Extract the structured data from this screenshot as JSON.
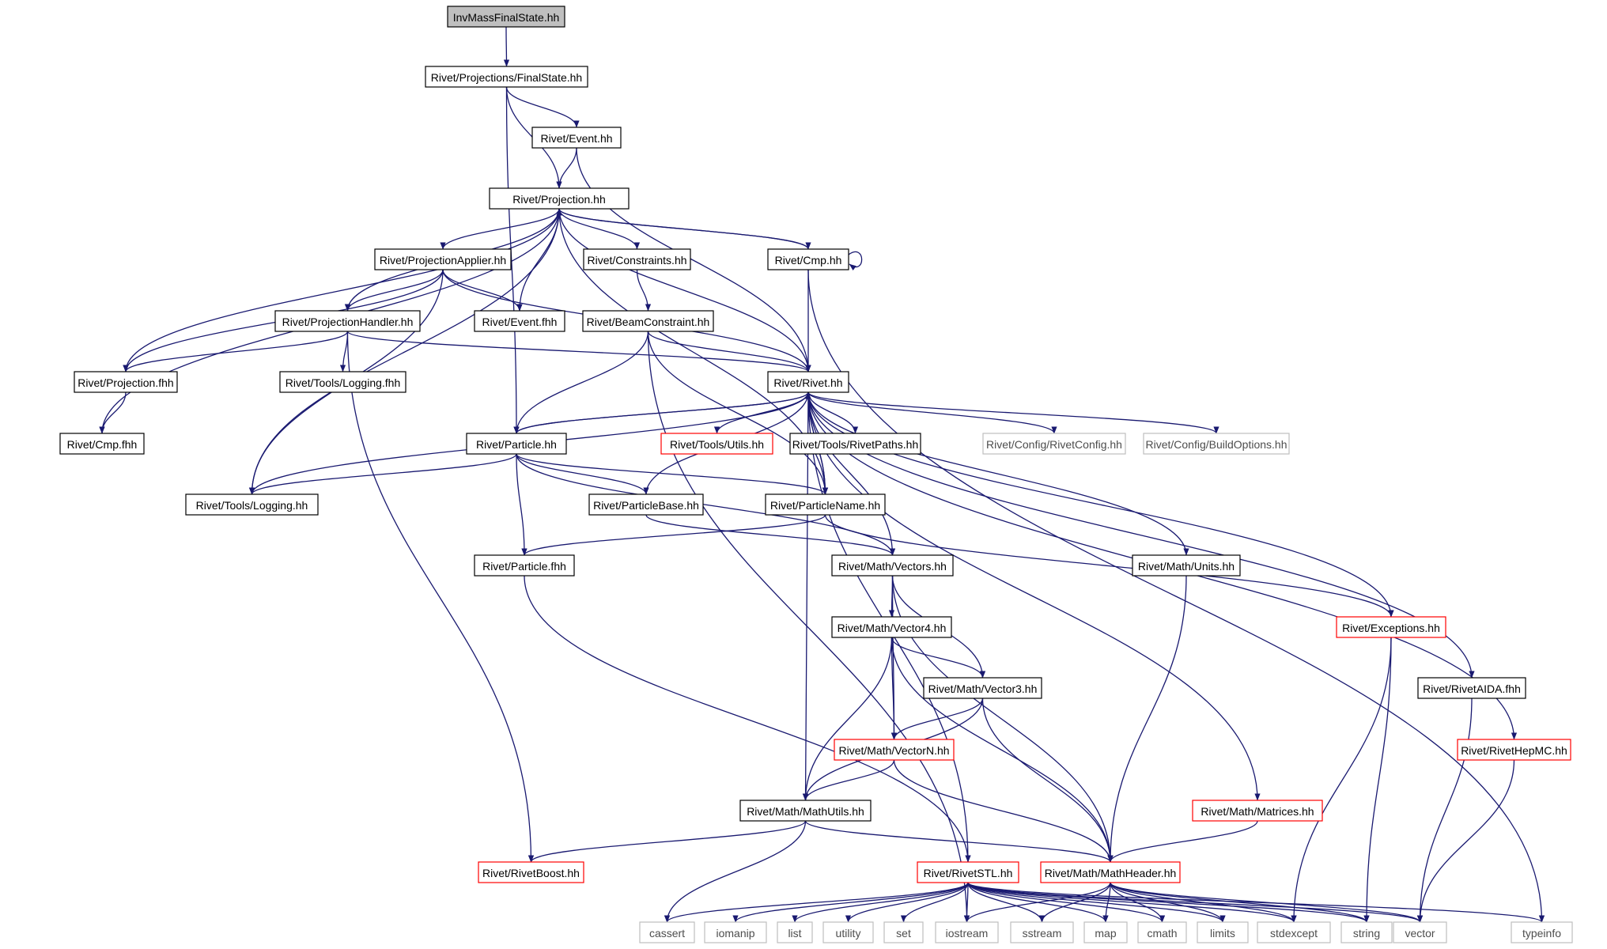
{
  "colors": {
    "edge": "#191970",
    "normal_border": "#000000",
    "truncated_border": "#ff0000",
    "external_border": "#bfbfbf",
    "root_fill": "#bfbfbf",
    "normal_text": "#000000",
    "external_text": "#4d4d4d"
  },
  "nodes": [
    {
      "id": "imfs",
      "label": "InvMassFinalState.hh",
      "style": "root"
    },
    {
      "id": "fs",
      "label": "Rivet/Projections/FinalState.hh",
      "style": "normal"
    },
    {
      "id": "event",
      "label": "Rivet/Event.hh",
      "style": "normal"
    },
    {
      "id": "proj",
      "label": "Rivet/Projection.hh",
      "style": "normal"
    },
    {
      "id": "projapp",
      "label": "Rivet/ProjectionApplier.hh",
      "style": "normal"
    },
    {
      "id": "constraints",
      "label": "Rivet/Constraints.hh",
      "style": "normal"
    },
    {
      "id": "cmphh",
      "label": "Rivet/Cmp.hh",
      "style": "normal"
    },
    {
      "id": "projhandler",
      "label": "Rivet/ProjectionHandler.hh",
      "style": "normal"
    },
    {
      "id": "eventfhh",
      "label": "Rivet/Event.fhh",
      "style": "normal"
    },
    {
      "id": "beam",
      "label": "Rivet/BeamConstraint.hh",
      "style": "normal"
    },
    {
      "id": "projfhh",
      "label": "Rivet/Projection.fhh",
      "style": "normal"
    },
    {
      "id": "logfhh",
      "label": "Rivet/Tools/Logging.fhh",
      "style": "normal"
    },
    {
      "id": "rivethh",
      "label": "Rivet/Rivet.hh",
      "style": "normal"
    },
    {
      "id": "cmpfhh",
      "label": "Rivet/Cmp.fhh",
      "style": "normal"
    },
    {
      "id": "particle",
      "label": "Rivet/Particle.hh",
      "style": "normal"
    },
    {
      "id": "utils",
      "label": "Rivet/Tools/Utils.hh",
      "style": "truncated"
    },
    {
      "id": "paths",
      "label": "Rivet/Tools/RivetPaths.hh",
      "style": "normal"
    },
    {
      "id": "rivetconfig",
      "label": "Rivet/Config/RivetConfig.hh",
      "style": "external"
    },
    {
      "id": "buildopts",
      "label": "Rivet/Config/BuildOptions.hh",
      "style": "external"
    },
    {
      "id": "logging",
      "label": "Rivet/Tools/Logging.hh",
      "style": "normal"
    },
    {
      "id": "pbase",
      "label": "Rivet/ParticleBase.hh",
      "style": "normal"
    },
    {
      "id": "pname",
      "label": "Rivet/ParticleName.hh",
      "style": "normal"
    },
    {
      "id": "pfhh",
      "label": "Rivet/Particle.fhh",
      "style": "normal"
    },
    {
      "id": "vectors",
      "label": "Rivet/Math/Vectors.hh",
      "style": "normal"
    },
    {
      "id": "units",
      "label": "Rivet/Math/Units.hh",
      "style": "normal"
    },
    {
      "id": "exceptions",
      "label": "Rivet/Exceptions.hh",
      "style": "truncated"
    },
    {
      "id": "vec4",
      "label": "Rivet/Math/Vector4.hh",
      "style": "normal"
    },
    {
      "id": "vec3",
      "label": "Rivet/Math/Vector3.hh",
      "style": "normal"
    },
    {
      "id": "aida",
      "label": "Rivet/RivetAIDA.fhh",
      "style": "normal"
    },
    {
      "id": "vecn",
      "label": "Rivet/Math/VectorN.hh",
      "style": "truncated"
    },
    {
      "id": "hepmc",
      "label": "Rivet/RivetHepMC.hh",
      "style": "truncated"
    },
    {
      "id": "mathutils",
      "label": "Rivet/Math/MathUtils.hh",
      "style": "normal"
    },
    {
      "id": "matrices",
      "label": "Rivet/Math/Matrices.hh",
      "style": "truncated"
    },
    {
      "id": "boost",
      "label": "Rivet/RivetBoost.hh",
      "style": "truncated"
    },
    {
      "id": "stl",
      "label": "Rivet/RivetSTL.hh",
      "style": "truncated"
    },
    {
      "id": "mathheader",
      "label": "Rivet/Math/MathHeader.hh",
      "style": "truncated"
    },
    {
      "id": "cassert",
      "label": "cassert",
      "style": "external"
    },
    {
      "id": "iomanip",
      "label": "iomanip",
      "style": "external"
    },
    {
      "id": "list",
      "label": "list",
      "style": "external"
    },
    {
      "id": "utility",
      "label": "utility",
      "style": "external"
    },
    {
      "id": "set",
      "label": "set",
      "style": "external"
    },
    {
      "id": "iostream",
      "label": "iostream",
      "style": "external"
    },
    {
      "id": "sstream",
      "label": "sstream",
      "style": "external"
    },
    {
      "id": "map",
      "label": "map",
      "style": "external"
    },
    {
      "id": "cmath",
      "label": "cmath",
      "style": "external"
    },
    {
      "id": "limits",
      "label": "limits",
      "style": "external"
    },
    {
      "id": "stdexcept",
      "label": "stdexcept",
      "style": "external"
    },
    {
      "id": "string",
      "label": "string",
      "style": "external"
    },
    {
      "id": "vector",
      "label": "vector",
      "style": "external"
    },
    {
      "id": "typeinfo",
      "label": "typeinfo",
      "style": "external"
    }
  ],
  "edges": [
    [
      "imfs",
      "fs"
    ],
    [
      "fs",
      "proj"
    ],
    [
      "fs",
      "event"
    ],
    [
      "fs",
      "particle"
    ],
    [
      "event",
      "proj"
    ],
    [
      "event",
      "rivethh"
    ],
    [
      "proj",
      "projapp"
    ],
    [
      "proj",
      "constraints"
    ],
    [
      "proj",
      "cmphh"
    ],
    [
      "proj",
      "eventfhh"
    ],
    [
      "proj",
      "projhandler"
    ],
    [
      "proj",
      "projfhh"
    ],
    [
      "proj",
      "cmpfhh"
    ],
    [
      "proj",
      "logging"
    ],
    [
      "proj",
      "rivethh"
    ],
    [
      "proj",
      "pname"
    ],
    [
      "cmphh",
      "proj"
    ],
    [
      "cmphh",
      "cmphh"
    ],
    [
      "cmphh",
      "rivethh"
    ],
    [
      "cmphh",
      "typeinfo"
    ],
    [
      "projapp",
      "projhandler"
    ],
    [
      "projapp",
      "eventfhh"
    ],
    [
      "projapp",
      "projfhh"
    ],
    [
      "projapp",
      "logging"
    ],
    [
      "projapp",
      "rivethh"
    ],
    [
      "constraints",
      "beam"
    ],
    [
      "projhandler",
      "projfhh"
    ],
    [
      "projhandler",
      "logfhh"
    ],
    [
      "projhandler",
      "rivethh"
    ],
    [
      "projhandler",
      "boost"
    ],
    [
      "beam",
      "rivethh"
    ],
    [
      "beam",
      "particle"
    ],
    [
      "beam",
      "pname"
    ],
    [
      "beam",
      "iostream"
    ],
    [
      "projfhh",
      "cmpfhh"
    ],
    [
      "rivethh",
      "particle"
    ],
    [
      "rivethh",
      "utils"
    ],
    [
      "rivethh",
      "paths"
    ],
    [
      "rivethh",
      "rivetconfig"
    ],
    [
      "rivethh",
      "buildopts"
    ],
    [
      "rivethh",
      "pname"
    ],
    [
      "rivethh",
      "vectors"
    ],
    [
      "rivethh",
      "units"
    ],
    [
      "rivethh",
      "exceptions"
    ],
    [
      "rivethh",
      "aida"
    ],
    [
      "rivethh",
      "hepmc"
    ],
    [
      "rivethh",
      "matrices"
    ],
    [
      "rivethh",
      "mathutils"
    ],
    [
      "rivethh",
      "stl"
    ],
    [
      "particle",
      "rivethh"
    ],
    [
      "particle",
      "logging"
    ],
    [
      "particle",
      "pbase"
    ],
    [
      "particle",
      "pname"
    ],
    [
      "particle",
      "pfhh"
    ],
    [
      "particle",
      "vectors"
    ],
    [
      "logging",
      "rivethh"
    ],
    [
      "pbase",
      "rivethh"
    ],
    [
      "pbase",
      "vectors"
    ],
    [
      "pname",
      "rivethh"
    ],
    [
      "pname",
      "pfhh"
    ],
    [
      "pname",
      "exceptions"
    ],
    [
      "pfhh",
      "stl"
    ],
    [
      "vectors",
      "vec4"
    ],
    [
      "vectors",
      "vec3"
    ],
    [
      "vectors",
      "vecn"
    ],
    [
      "vectors",
      "mathheader"
    ],
    [
      "units",
      "mathheader"
    ],
    [
      "exceptions",
      "stdexcept"
    ],
    [
      "exceptions",
      "string"
    ],
    [
      "vec4",
      "vec3"
    ],
    [
      "vec4",
      "vecn"
    ],
    [
      "vec4",
      "mathutils"
    ],
    [
      "vec4",
      "mathheader"
    ],
    [
      "vec3",
      "vecn"
    ],
    [
      "vec3",
      "mathutils"
    ],
    [
      "vec3",
      "mathheader"
    ],
    [
      "vecn",
      "mathutils"
    ],
    [
      "vecn",
      "mathheader"
    ],
    [
      "aida",
      "vector"
    ],
    [
      "hepmc",
      "vector"
    ],
    [
      "mathutils",
      "mathheader"
    ],
    [
      "mathutils",
      "boost"
    ],
    [
      "mathutils",
      "cassert"
    ],
    [
      "matrices",
      "mathheader"
    ],
    [
      "stl",
      "cassert"
    ],
    [
      "stl",
      "iomanip"
    ],
    [
      "stl",
      "list"
    ],
    [
      "stl",
      "utility"
    ],
    [
      "stl",
      "set"
    ],
    [
      "stl",
      "iostream"
    ],
    [
      "stl",
      "sstream"
    ],
    [
      "stl",
      "map"
    ],
    [
      "stl",
      "cmath"
    ],
    [
      "stl",
      "limits"
    ],
    [
      "stl",
      "stdexcept"
    ],
    [
      "stl",
      "string"
    ],
    [
      "stl",
      "vector"
    ],
    [
      "stl",
      "typeinfo"
    ],
    [
      "mathheader",
      "stdexcept"
    ],
    [
      "mathheader",
      "string"
    ],
    [
      "mathheader",
      "iostream"
    ],
    [
      "mathheader",
      "sstream"
    ],
    [
      "mathheader",
      "map"
    ],
    [
      "mathheader",
      "cmath"
    ],
    [
      "mathheader",
      "limits"
    ],
    [
      "mathheader",
      "vector"
    ]
  ]
}
